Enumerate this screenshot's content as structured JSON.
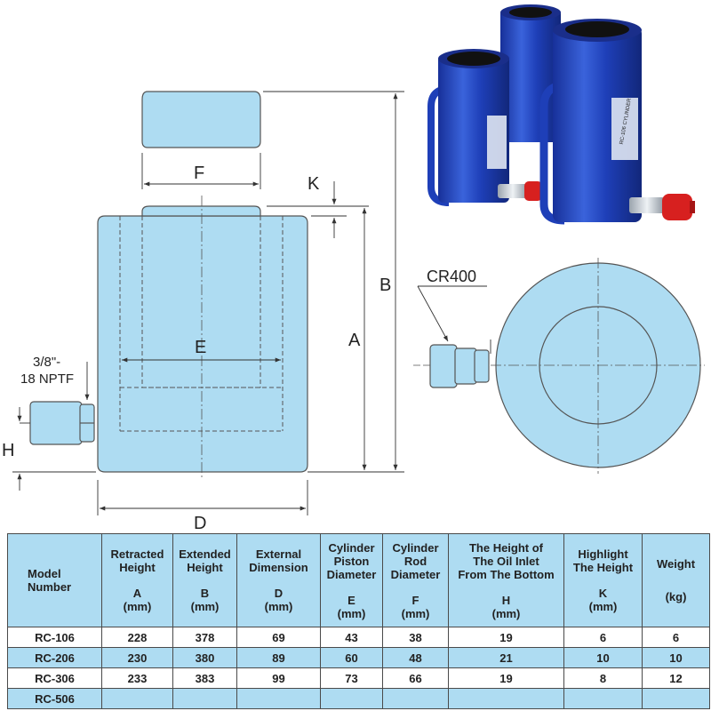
{
  "labels": {
    "F": "F",
    "K": "K",
    "B": "B",
    "A": "A",
    "E": "E",
    "D": "D",
    "H": "H",
    "port_line1": "3/8\"-",
    "port_line2": "18 NPTF",
    "cr": "CR400"
  },
  "product_photo": {
    "label_text": "RC-106 CYLINDER",
    "colors": {
      "body": "#1e3fb8",
      "highlight": "#4a6ee0",
      "fitting": "#d7201f"
    }
  },
  "colors": {
    "fill": "#aedcf2",
    "stroke": "#555555",
    "header_bg": "#aedcf2"
  },
  "table": {
    "headers": [
      {
        "lines": [
          "Model",
          "Number"
        ],
        "sub": []
      },
      {
        "lines": [
          "Retracted",
          "Height"
        ],
        "sub": [
          "A",
          "(mm)"
        ]
      },
      {
        "lines": [
          "Extended",
          "Height"
        ],
        "sub": [
          "B",
          "(mm)"
        ]
      },
      {
        "lines": [
          "External",
          "Dimension"
        ],
        "sub": [
          "D",
          "(mm)"
        ]
      },
      {
        "lines": [
          "Cylinder",
          "Piston",
          "Diameter"
        ],
        "sub": [
          "E",
          "(mm)"
        ]
      },
      {
        "lines": [
          "Cylinder",
          "Rod",
          "Diameter"
        ],
        "sub": [
          "F",
          "(mm)"
        ]
      },
      {
        "lines": [
          "The Height of",
          "The Oil Inlet",
          "From The Bottom"
        ],
        "sub": [
          "H",
          "(mm)"
        ]
      },
      {
        "lines": [
          "Highlight",
          "The Height"
        ],
        "sub": [
          "K",
          "(mm)"
        ]
      },
      {
        "lines": [
          "Weight"
        ],
        "sub": [
          "(kg)"
        ]
      }
    ],
    "rows": [
      [
        "RC-106",
        "228",
        "378",
        "69",
        "43",
        "38",
        "19",
        "6",
        "6"
      ],
      [
        "RC-206",
        "230",
        "380",
        "89",
        "60",
        "48",
        "21",
        "10",
        "10"
      ],
      [
        "RC-306",
        "233",
        "383",
        "99",
        "73",
        "66",
        "19",
        "8",
        "12"
      ],
      [
        "RC-506",
        "",
        "",
        "",
        "",
        "",
        "",
        "",
        ""
      ]
    ]
  }
}
